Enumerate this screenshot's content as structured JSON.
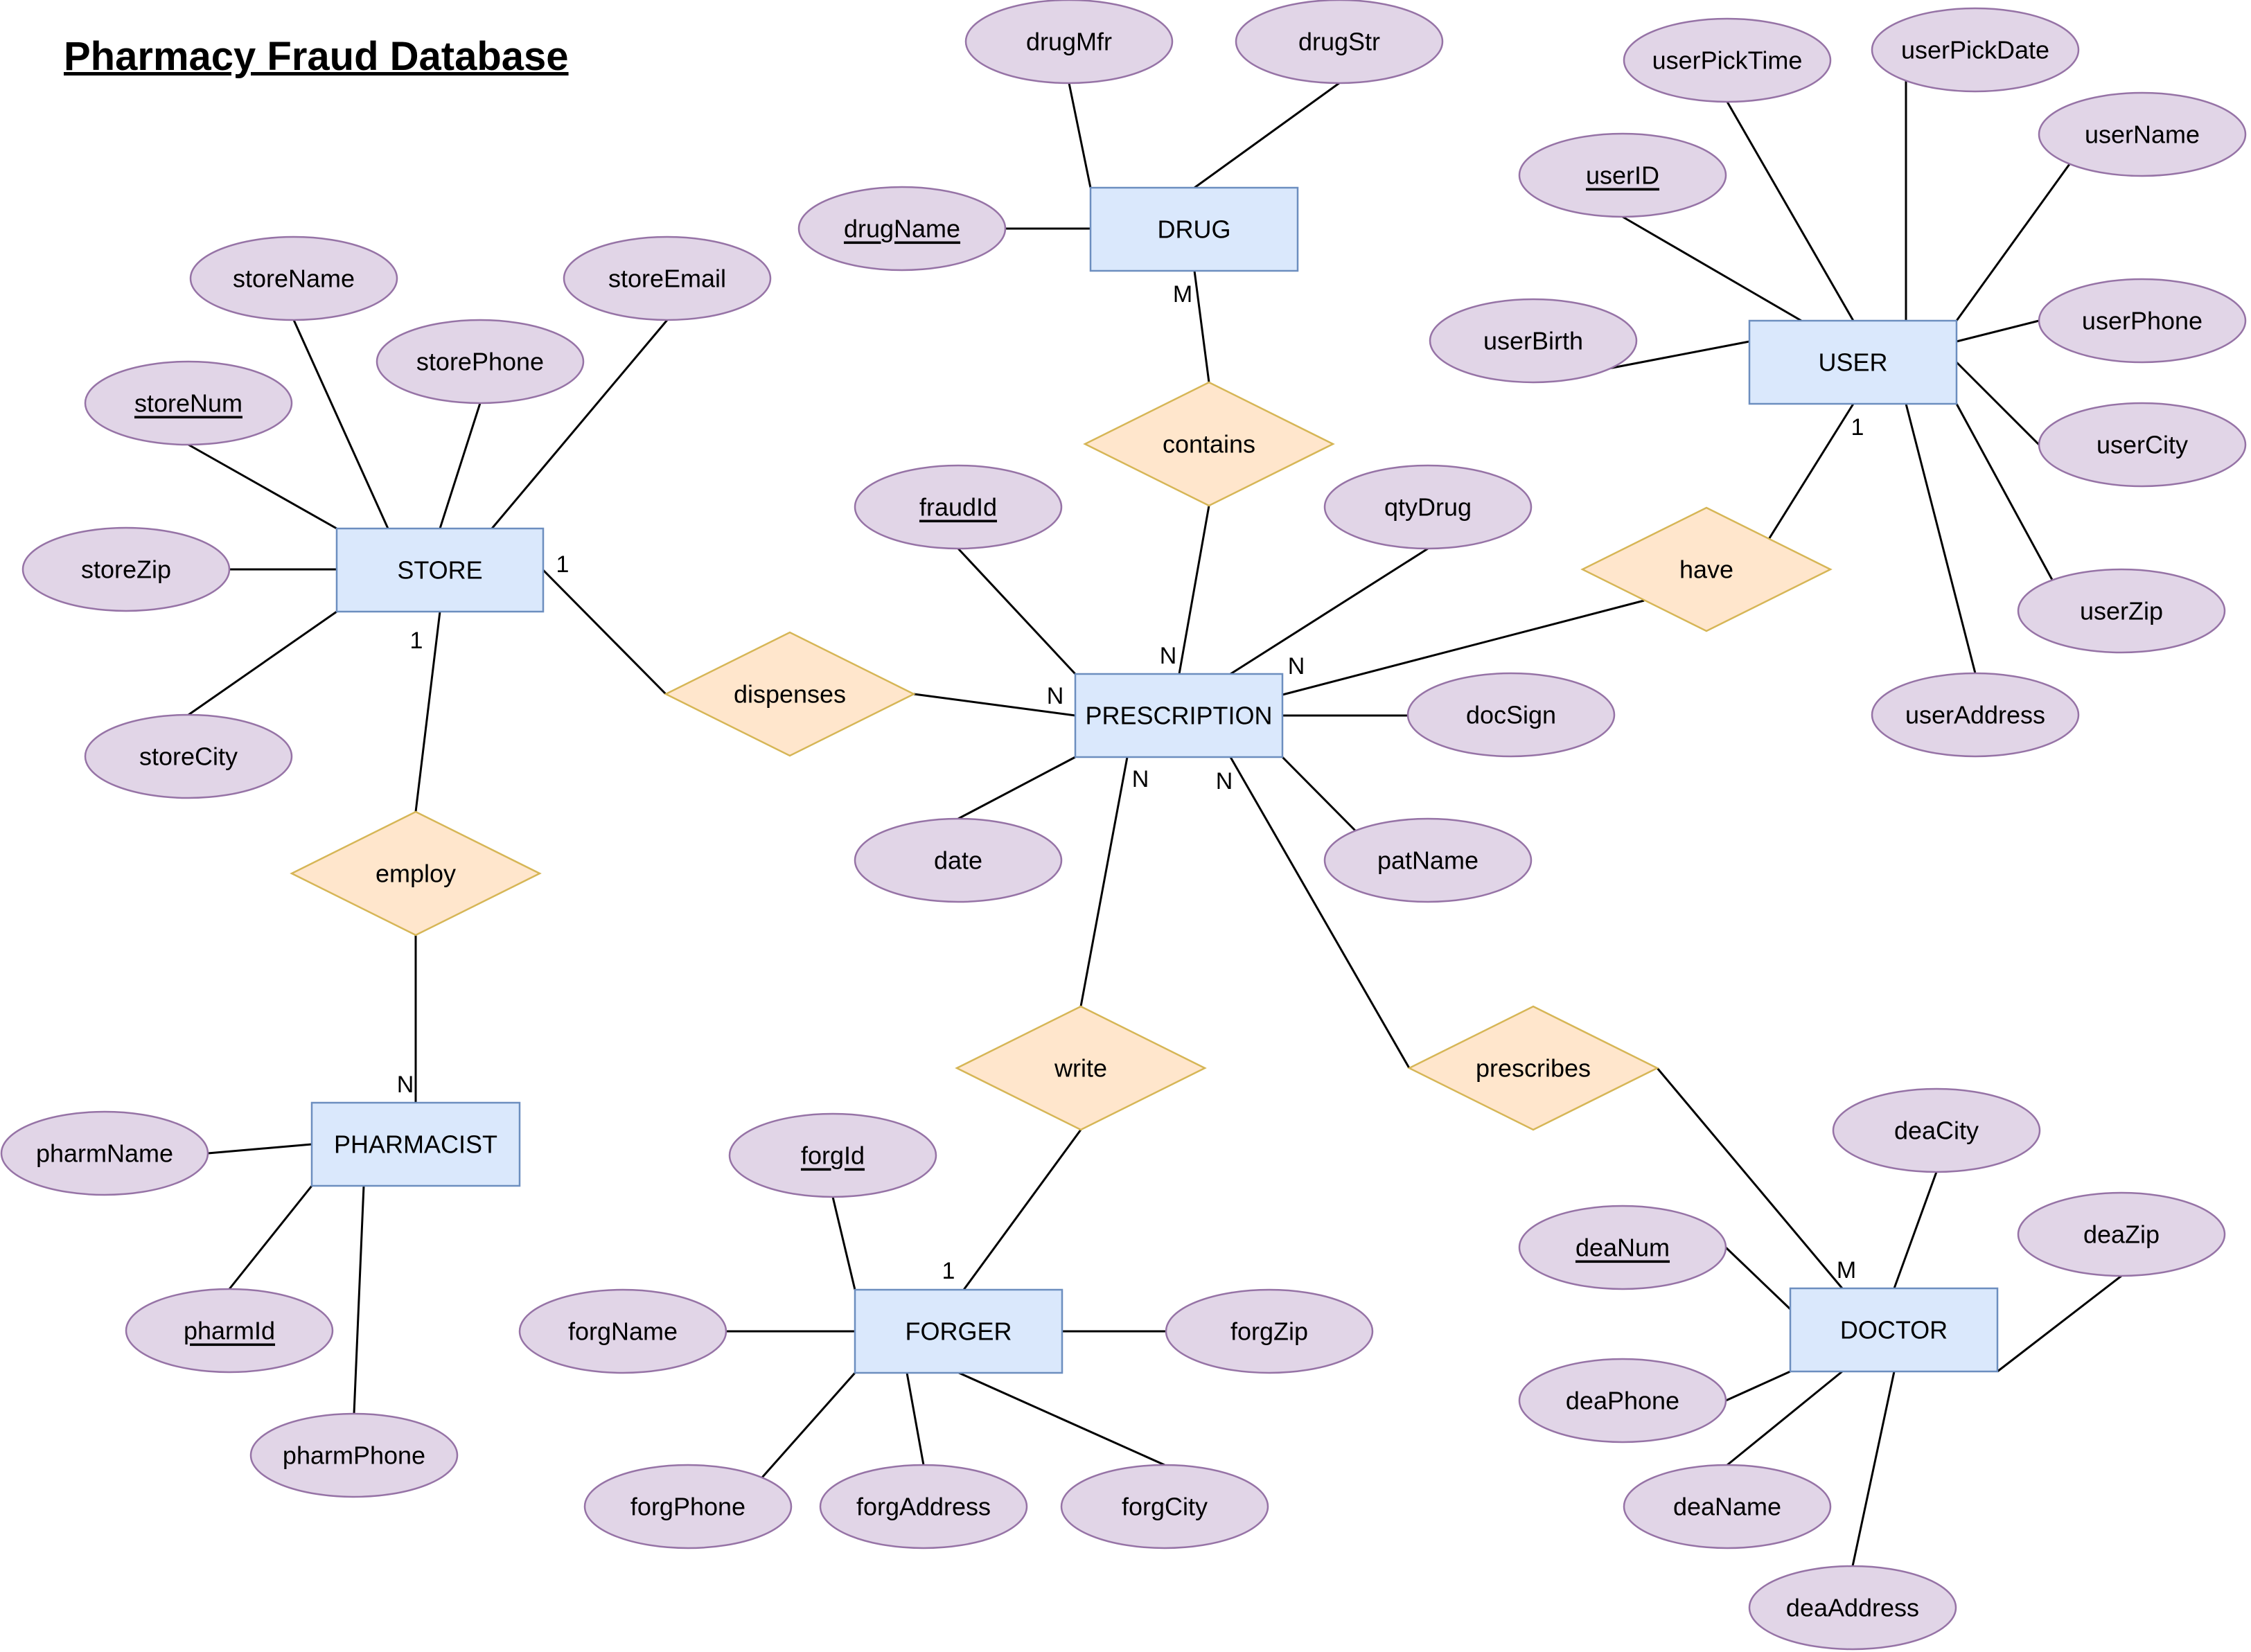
{
  "title": "Pharmacy Fraud Database",
  "colors": {
    "entity_fill": "#dae8fc",
    "entity_stroke": "#6c8ebf",
    "relation_fill": "#ffe6cc",
    "relation_stroke": "#d6b656",
    "attribute_fill": "#e1d5e7",
    "attribute_stroke": "#9673a6",
    "line": "#000000"
  },
  "entities": [
    {
      "id": "store",
      "label": "STORE"
    },
    {
      "id": "drug",
      "label": "DRUG"
    },
    {
      "id": "user",
      "label": "USER"
    },
    {
      "id": "prescription",
      "label": "PRESCRIPTION"
    },
    {
      "id": "pharmacist",
      "label": "PHARMACIST"
    },
    {
      "id": "forger",
      "label": "FORGER"
    },
    {
      "id": "doctor",
      "label": "DOCTOR"
    }
  ],
  "relationships": [
    {
      "id": "contains",
      "label": "contains"
    },
    {
      "id": "dispenses",
      "label": "dispenses"
    },
    {
      "id": "have",
      "label": "have"
    },
    {
      "id": "employ",
      "label": "employ"
    },
    {
      "id": "write",
      "label": "write"
    },
    {
      "id": "prescribes",
      "label": "prescribes"
    }
  ],
  "attributes": [
    {
      "id": "drugMfr",
      "label": "drugMfr",
      "key": false
    },
    {
      "id": "drugStr",
      "label": "drugStr",
      "key": false
    },
    {
      "id": "drugName",
      "label": "drugName",
      "key": true
    },
    {
      "id": "userPickTime",
      "label": "userPickTime",
      "key": false
    },
    {
      "id": "userPickDate",
      "label": "userPickDate",
      "key": false
    },
    {
      "id": "userName",
      "label": "userName",
      "key": false
    },
    {
      "id": "userID",
      "label": "userID",
      "key": true
    },
    {
      "id": "userPhone",
      "label": "userPhone",
      "key": false
    },
    {
      "id": "userBirth",
      "label": "userBirth",
      "key": false
    },
    {
      "id": "userCity",
      "label": "userCity",
      "key": false
    },
    {
      "id": "userZip",
      "label": "userZip",
      "key": false
    },
    {
      "id": "userAddress",
      "label": "userAddress",
      "key": false
    },
    {
      "id": "storeName",
      "label": "storeName",
      "key": false
    },
    {
      "id": "storeEmail",
      "label": "storeEmail",
      "key": false
    },
    {
      "id": "storePhone",
      "label": "storePhone",
      "key": false
    },
    {
      "id": "storeNum",
      "label": "storeNum",
      "key": true
    },
    {
      "id": "storeZip",
      "label": "storeZip",
      "key": false
    },
    {
      "id": "storeCity",
      "label": "storeCity",
      "key": false
    },
    {
      "id": "fraudId",
      "label": "fraudId",
      "key": true
    },
    {
      "id": "qtyDrug",
      "label": "qtyDrug",
      "key": false
    },
    {
      "id": "docSign",
      "label": "docSign",
      "key": false
    },
    {
      "id": "date",
      "label": "date",
      "key": false
    },
    {
      "id": "patName",
      "label": "patName",
      "key": false
    },
    {
      "id": "pharmName",
      "label": "pharmName",
      "key": false
    },
    {
      "id": "pharmId",
      "label": "pharmId",
      "key": true
    },
    {
      "id": "pharmPhone",
      "label": "pharmPhone",
      "key": false
    },
    {
      "id": "forgId",
      "label": "forgId",
      "key": true
    },
    {
      "id": "forgName",
      "label": "forgName",
      "key": false
    },
    {
      "id": "forgZip",
      "label": "forgZip",
      "key": false
    },
    {
      "id": "forgPhone",
      "label": "forgPhone",
      "key": false
    },
    {
      "id": "forgAddress",
      "label": "forgAddress",
      "key": false
    },
    {
      "id": "forgCity",
      "label": "forgCity",
      "key": false
    },
    {
      "id": "deaCity",
      "label": "deaCity",
      "key": false
    },
    {
      "id": "deaZip",
      "label": "deaZip",
      "key": false
    },
    {
      "id": "deaNum",
      "label": "deaNum",
      "key": true
    },
    {
      "id": "deaPhone",
      "label": "deaPhone",
      "key": false
    },
    {
      "id": "deaName",
      "label": "deaName",
      "key": false
    },
    {
      "id": "deaAddress",
      "label": "deaAddress",
      "key": false
    }
  ],
  "cardinalities": [
    {
      "id": "drug-contains",
      "label": "M"
    },
    {
      "id": "prescription-contains",
      "label": "N"
    },
    {
      "id": "store-dispenses",
      "label": "1"
    },
    {
      "id": "prescription-dispenses",
      "label": "N"
    },
    {
      "id": "user-have",
      "label": "1"
    },
    {
      "id": "prescription-have",
      "label": "N"
    },
    {
      "id": "store-employ",
      "label": "1"
    },
    {
      "id": "pharmacist-employ",
      "label": "N"
    },
    {
      "id": "prescription-write",
      "label": "N"
    },
    {
      "id": "forger-write",
      "label": "1"
    },
    {
      "id": "prescription-prescribes",
      "label": "N"
    },
    {
      "id": "doctor-prescribes",
      "label": "M"
    }
  ]
}
